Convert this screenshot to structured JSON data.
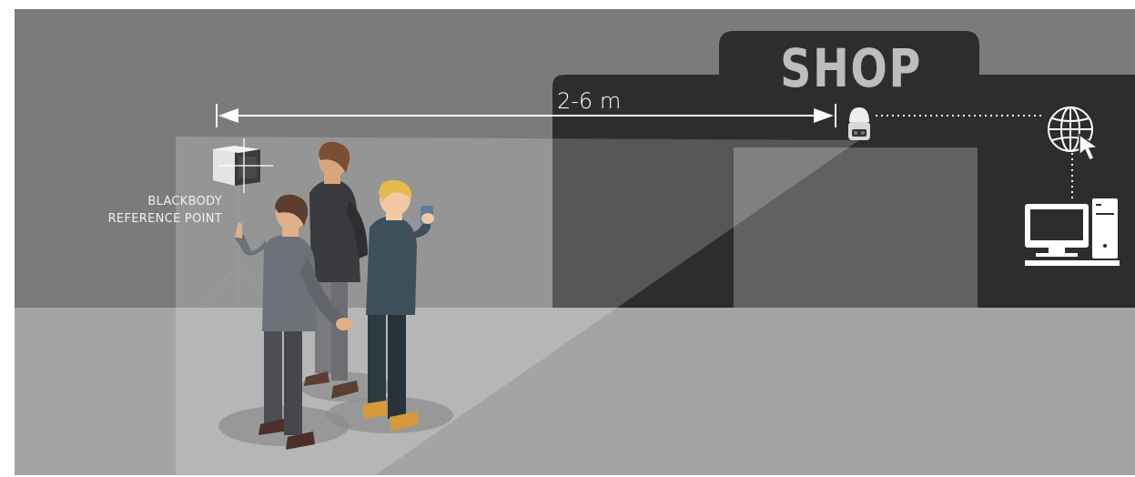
{
  "diagram": {
    "shop_sign": "SHOP",
    "distance_label": "2-6 m",
    "blackbody_label": [
      "BLACKBODY",
      "REFERENCE POINT"
    ]
  },
  "colors": {
    "wall": "#7b7b7b",
    "floor": "#a4a4a4",
    "storefront": "#2d2d2d",
    "sign_text": "#bdbdbd",
    "arrow": "#ffffff"
  },
  "icons": [
    "blackbody-device-icon",
    "thermal-camera-icon",
    "globe-cursor-icon",
    "computer-icon",
    "tripod-icon"
  ]
}
